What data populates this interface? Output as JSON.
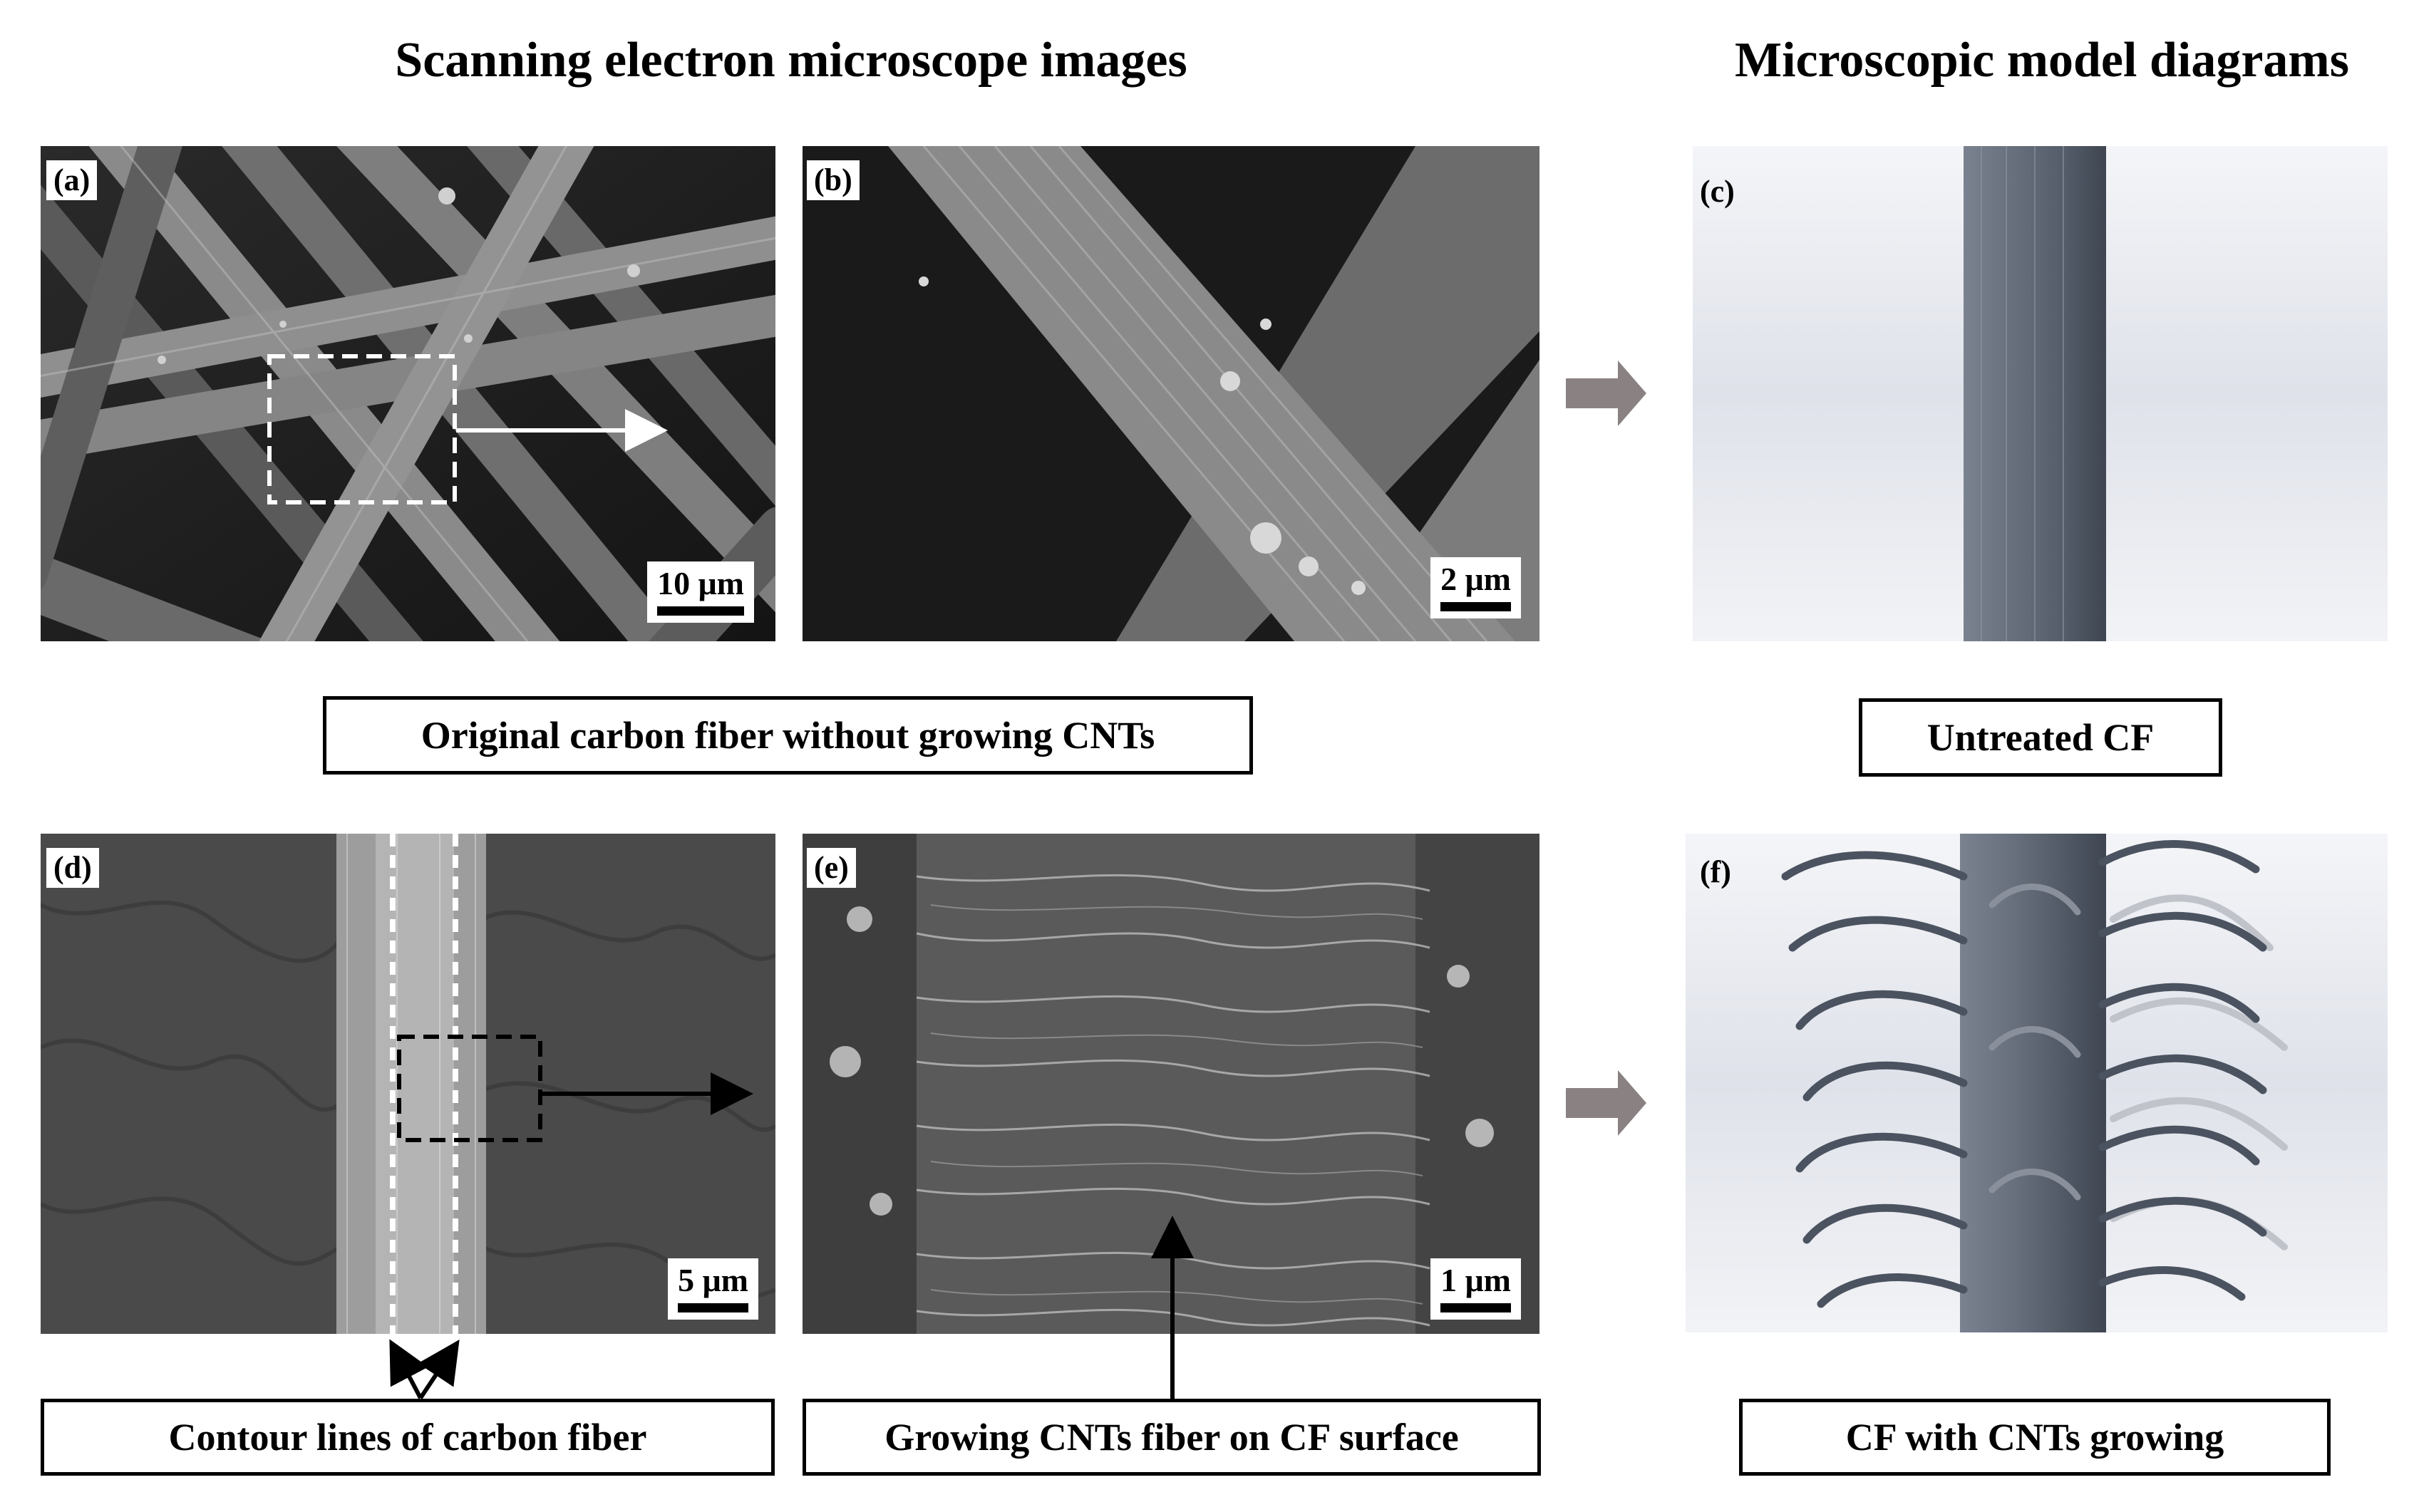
{
  "headings": {
    "sem": "Scanning electron microscope images",
    "model": "Microscopic model diagrams"
  },
  "panels": {
    "a": {
      "label": "(a)",
      "scale": "10 μm"
    },
    "b": {
      "label": "(b)",
      "scale": "2 μm"
    },
    "c": {
      "label": "(c)"
    },
    "d": {
      "label": "(d)",
      "scale": "5 μm"
    },
    "e": {
      "label": "(e)",
      "scale": "1 μm"
    },
    "f": {
      "label": "(f)"
    }
  },
  "captions": {
    "original": "Original carbon fiber without growing CNTs",
    "untreated": "Untreated CF",
    "contour": "Contour lines of carbon fiber",
    "growing": "Growing CNTs fiber on CF surface",
    "cf_cnts": "CF with CNTs growing"
  },
  "colors": {
    "arrow_gray": "#8a8282",
    "fiber_model": "#5b6472"
  }
}
